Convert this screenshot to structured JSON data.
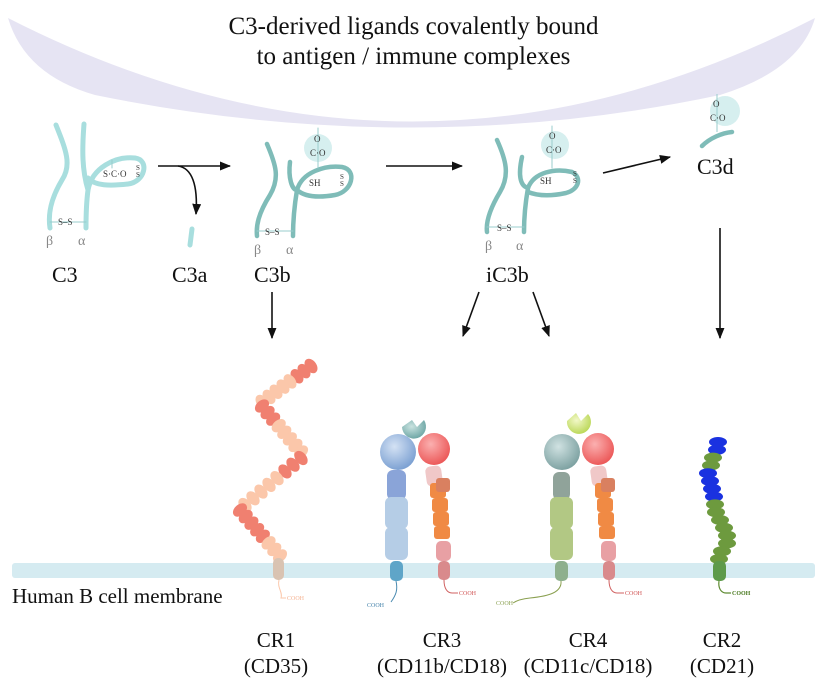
{
  "header": {
    "title_line1": "C3-derived ligands covalently bound",
    "title_line2": "to antigen / immune complexes"
  },
  "ligands": [
    {
      "id": "C3",
      "label": "C3",
      "beta": "β",
      "alpha": "α",
      "disulfide": "S–S",
      "thioester": "S·C·O",
      "ss": "S S"
    },
    {
      "id": "C3a",
      "label": "C3a"
    },
    {
      "id": "C3b",
      "label": "C3b",
      "beta": "β",
      "alpha": "α",
      "disulfide": "S–S",
      "sh": "SH",
      "ester_o": "O",
      "ester_co": "C·O",
      "ss": "S S"
    },
    {
      "id": "iC3b",
      "label": "iC3b",
      "beta": "β",
      "alpha": "α",
      "disulfide": "S–S",
      "sh": "SH",
      "ester_o": "O",
      "ester_co": "C·O",
      "ss": "S S"
    },
    {
      "id": "C3d",
      "label": "C3d",
      "ester_o": "O",
      "ester_co": "C·O"
    }
  ],
  "membrane": {
    "label": "Human B cell membrane"
  },
  "receptors": [
    {
      "id": "CR1",
      "name": "CR1",
      "alias": "(CD35)",
      "tail": "COOH",
      "binds": [
        "C3b"
      ]
    },
    {
      "id": "CR3",
      "name": "CR3",
      "alias": "(CD11b/CD18)",
      "tails": [
        "COOH",
        "COOH"
      ],
      "binds": [
        "iC3b"
      ]
    },
    {
      "id": "CR4",
      "name": "CR4",
      "alias": "(CD11c/CD18)",
      "tails": [
        "COOH",
        "COOH"
      ],
      "binds": [
        "iC3b"
      ]
    },
    {
      "id": "CR2",
      "name": "CR2",
      "alias": "(CD21)",
      "tail": "COOH",
      "binds": [
        "C3d"
      ]
    }
  ],
  "colors": {
    "arc": "#e6e4f3",
    "chain_c3": "#a8dede",
    "chain_c3b": "#7fbcb8",
    "ester_halo": "#d6efef",
    "membrane": "#d5ebf1",
    "cr1_dark": "#f08070",
    "cr1_light": "#fbc7aa",
    "cr3_alpha": "#a7c4e0",
    "cr3_head": "#a9c8ea",
    "cr3_idomain": "#8fbcbc",
    "cd18_head": "#f37c7c",
    "cd18_orange": "#f08a44",
    "cd18_pink": "#e8a0a4",
    "cr4_alpha": "#a9c178",
    "cr4_head": "#9ababa",
    "cr4_idomain": "#d8ea8a",
    "cr2_green": "#6d9a3e",
    "cr2_blue": "#1a32e0",
    "arrow": "#111111"
  }
}
